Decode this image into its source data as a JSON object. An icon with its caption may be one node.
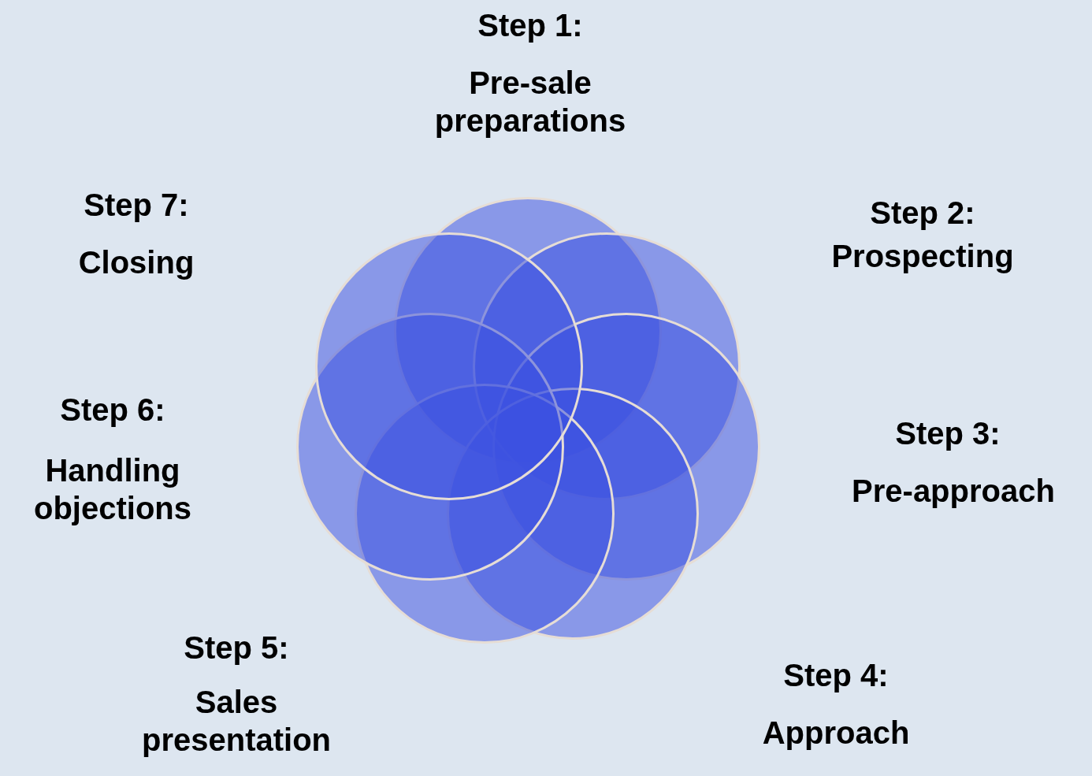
{
  "diagram": {
    "nodes": [
      {
        "text": [],
        "shape": "circle",
        "beside": [
          "Step 1:",
          "Pre-sale preparations"
        ]
      },
      {
        "text": [],
        "shape": "circle",
        "beside": [
          "Step 2:",
          "Prospecting"
        ]
      },
      {
        "text": [],
        "shape": "circle",
        "beside": [
          "Step 3:",
          "Pre-approach"
        ]
      },
      {
        "text": [],
        "shape": "circle",
        "beside": [
          "Step 4:",
          "Approach"
        ]
      },
      {
        "text": [],
        "shape": "circle",
        "beside": [
          "Step 5:",
          "Sales presentation"
        ]
      },
      {
        "text": [],
        "shape": "circle",
        "beside": [
          "Step 6:",
          "Handling objections"
        ]
      },
      {
        "text": [],
        "shape": "circle",
        "beside": [
          "Step 7:",
          "Closing"
        ]
      }
    ]
  }
}
